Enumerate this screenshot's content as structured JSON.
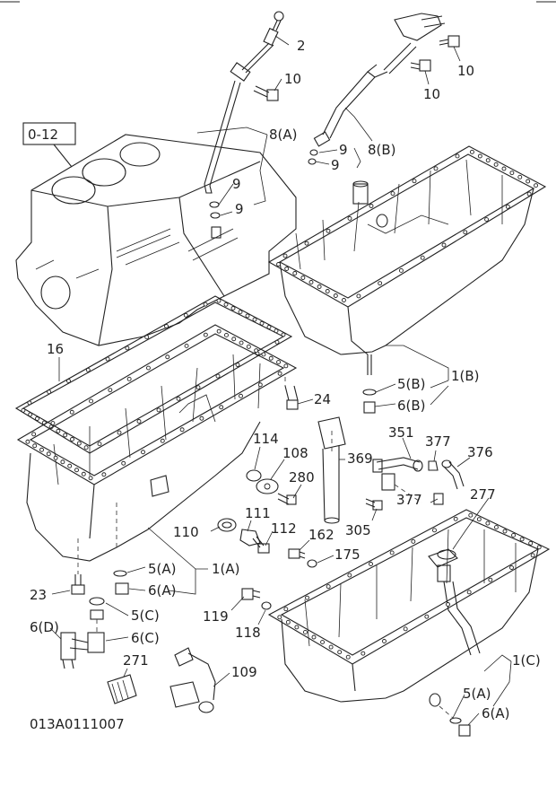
{
  "diagram_id": "013A0111007",
  "reference_box": "0-12",
  "callouts": {
    "c2": "2",
    "c10a": "10",
    "c8a": "8(A)",
    "c9a1": "9",
    "c9a2": "9",
    "c10b1": "10",
    "c10b2": "10",
    "c9b1": "9",
    "c9b2": "9",
    "c8b": "8(B)",
    "c16": "16",
    "c5b": "5(B)",
    "c1b": "1(B)",
    "c6b": "6(B)",
    "c24": "24",
    "c114": "114",
    "c108": "108",
    "c280": "280",
    "c369": "369",
    "c351": "351",
    "c377a": "377",
    "c376": "376",
    "c277": "277",
    "c377b": "377",
    "c305": "305",
    "c110": "110",
    "c111": "111",
    "c112": "112",
    "c162": "162",
    "c175": "175",
    "c5a1": "5(A)",
    "c1a": "1(A)",
    "c23": "23",
    "c6a1": "6(A)",
    "c5c": "5(C)",
    "c6d": "6(D)",
    "c6c": "6(C)",
    "c119": "119",
    "c118": "118",
    "c271": "271",
    "c109": "109",
    "c1c": "1(C)",
    "c5a2": "5(A)",
    "c6a2": "6(A)"
  }
}
